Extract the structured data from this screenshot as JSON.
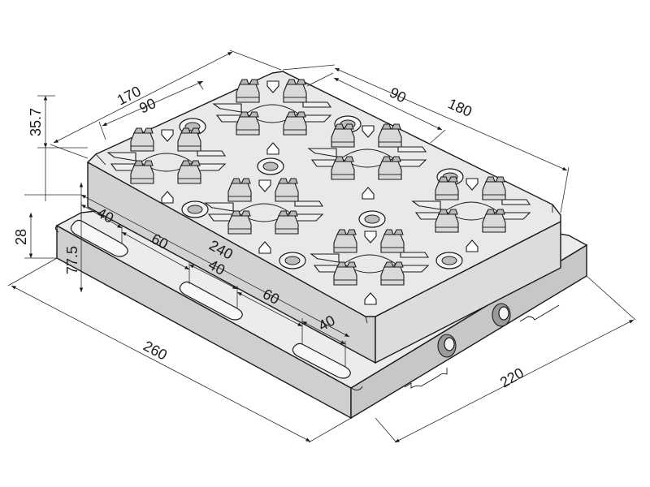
{
  "drawing": {
    "dimensions": {
      "d170": "170",
      "d90_left": "90",
      "d90_right": "90",
      "d180": "180",
      "d35_7": "35.7",
      "d28": "28",
      "d77_5": "77.5",
      "d40_a": "40",
      "d60_a": "60",
      "d240": "240",
      "d40_b": "40",
      "d60_b": "60",
      "d40_c": "40",
      "d260": "260",
      "d220": "220"
    }
  }
}
